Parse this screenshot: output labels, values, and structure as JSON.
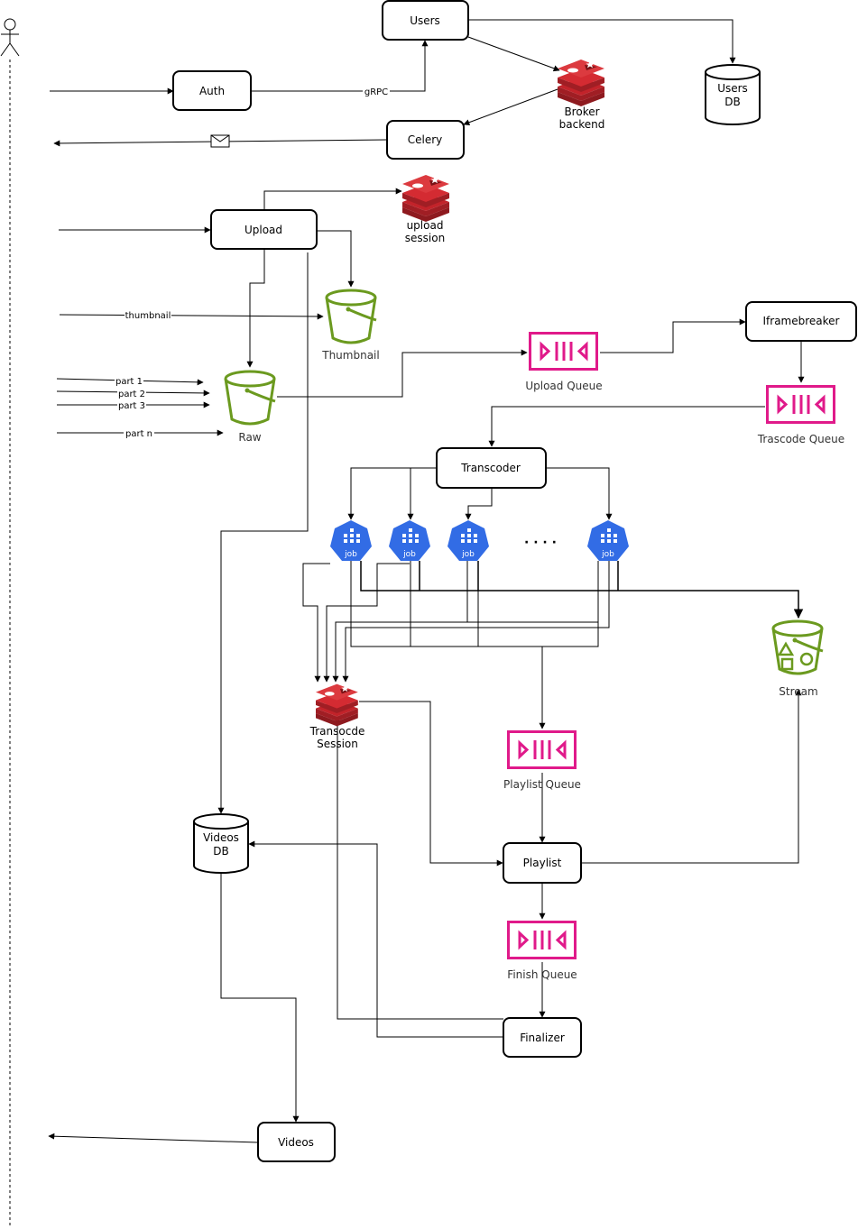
{
  "nodes": {
    "users": "Users",
    "users_db": [
      "Users",
      "DB"
    ],
    "auth": "Auth",
    "broker": [
      "Broker",
      "backend"
    ],
    "celery": "Celery",
    "upload": "Upload",
    "upload_session": [
      "upload",
      "session"
    ],
    "thumbnail": "Thumbnail",
    "raw": "Raw",
    "upload_queue": "Upload Queue",
    "iframebreaker": "Iframebreaker",
    "trascode_queue": "Trascode Queue",
    "transcoder": "Transcoder",
    "job": "job",
    "ellipsis": "· · · ·",
    "stream": "Stream",
    "transcode_session": [
      "Transocde",
      "Session"
    ],
    "playlist_queue": "Playlist Queue",
    "videos_db": [
      "Videos",
      "DB"
    ],
    "playlist": "Playlist",
    "finish_queue": "Finish Queue",
    "finalizer": "Finalizer",
    "videos": "Videos"
  },
  "edge_labels": {
    "grpc": "gRPC",
    "thumbnail": "thumbnail",
    "part1": "part 1",
    "part2": "part 2",
    "part3": "part 3",
    "partn": "part n"
  },
  "colors": {
    "redis": "#c2232a",
    "redis_dark": "#8e1a1f",
    "bucket": "#6b9a1f",
    "queue": "#e01a8a",
    "kube": "#326ce5",
    "stroke": "#000000"
  },
  "icons": {
    "actor": "person-icon",
    "redis": "redis-icon",
    "bucket": "s3-bucket-icon",
    "queue": "sqs-queue-icon",
    "job": "kubernetes-job-icon",
    "envelope": "envelope-icon"
  }
}
